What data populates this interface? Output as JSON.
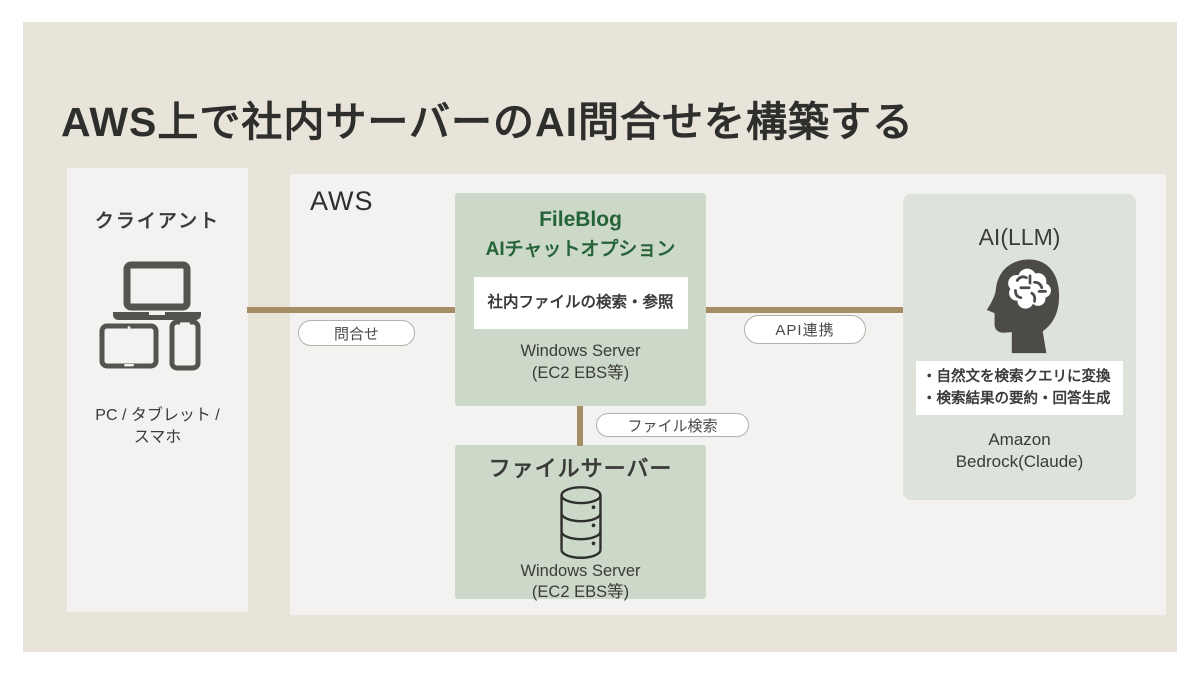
{
  "title": "AWS上で社内サーバーのAI問合せを構築する",
  "client": {
    "label": "クライアント",
    "caption_line1": "PC / タブレット /",
    "caption_line2": "スマホ",
    "icons": [
      "laptop-icon",
      "tablet-icon",
      "smartphone-icon"
    ]
  },
  "aws": {
    "label": "AWS",
    "fileblog": {
      "title_line1": "FileBlog",
      "title_line2": "AIチャットオプション",
      "feature": "社内ファイルの検索・参照",
      "platform_line1": "Windows Server",
      "platform_line2": "(EC2 EBS等)"
    },
    "fileserver": {
      "title": "ファイルサーバー",
      "icon": "database-icon",
      "platform_line1": "Windows Server",
      "platform_line2": "(EC2 EBS等)"
    },
    "ai": {
      "label": "AI(LLM)",
      "icon": "brain-head-icon",
      "bullet1": "・自然文を検索クエリに変換",
      "bullet2": "・検索結果の要約・回答生成",
      "platform_line1": "Amazon",
      "platform_line2": "Bedrock(Claude)"
    }
  },
  "connectors": {
    "inquiry_label": "問合せ",
    "api_label": "API連携",
    "file_search_label": "ファイル検索"
  },
  "colors": {
    "slide_bg": "#e8e4d9",
    "panel_bg": "#f3f2f0",
    "green_box": "#ccd9c8",
    "ai_box": "#dde2db",
    "accent_green": "#266339",
    "connector": "#a58e66",
    "icon_gray": "#55534f"
  }
}
